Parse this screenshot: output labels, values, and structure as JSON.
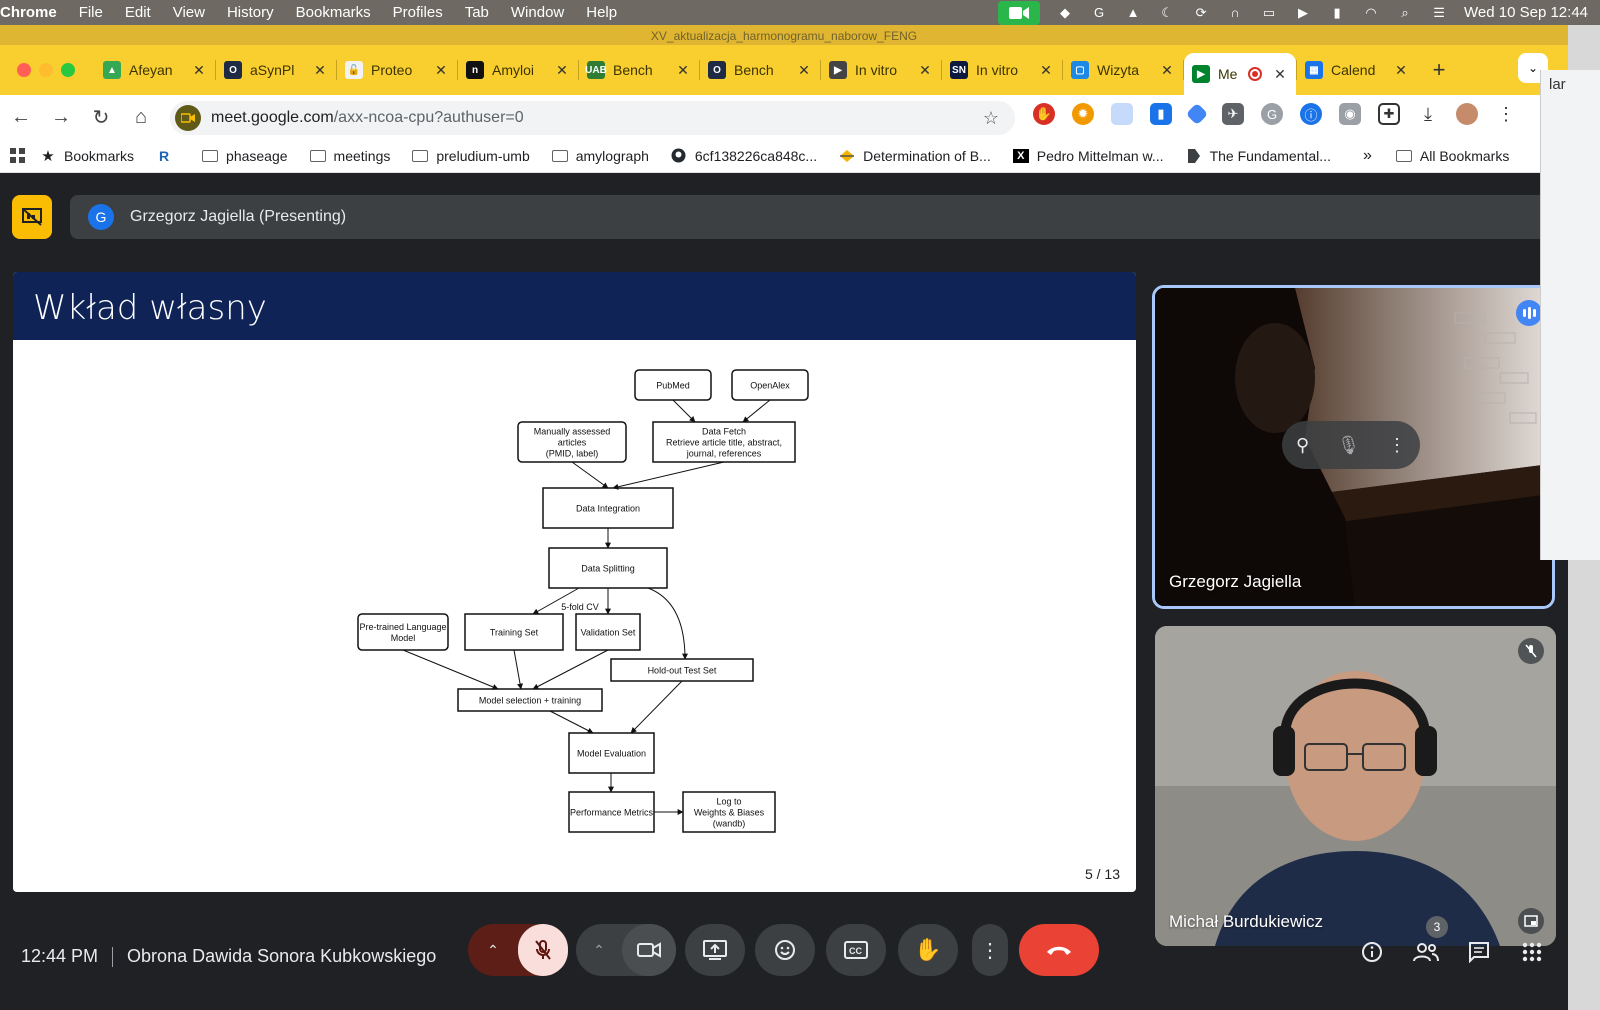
{
  "menubar": {
    "app_name": "Chrome",
    "menus": [
      "File",
      "Edit",
      "View",
      "History",
      "Bookmarks",
      "Profiles",
      "Tab",
      "Window",
      "Help"
    ],
    "clock": "Wed 10 Sep  12:44"
  },
  "window": {
    "title_strip": "XV_aktualizacja_harmonogramu_naborow_FENG"
  },
  "tabs": [
    {
      "title": "Afeyan",
      "icon_color": "#34a853",
      "icon_text": "▲"
    },
    {
      "title": "aSynPl",
      "icon_color": "#1f2a44",
      "icon_text": "O"
    },
    {
      "title": "Proteo",
      "icon_color": "#f2f2f2",
      "icon_text": "🔓"
    },
    {
      "title": "Amyloi",
      "icon_color": "#111111",
      "icon_text": "n"
    },
    {
      "title": "Bench",
      "icon_color": "#2e7d32",
      "icon_text": "UAB"
    },
    {
      "title": "Bench",
      "icon_color": "#1f2a44",
      "icon_text": "O"
    },
    {
      "title": "In vitro",
      "icon_color": "#444444",
      "icon_text": "▶"
    },
    {
      "title": "In vitro",
      "icon_color": "#0d1a40",
      "icon_text": "SN"
    },
    {
      "title": "Wizyta",
      "icon_color": "#1e88e5",
      "icon_text": "▢"
    },
    {
      "title": "Me",
      "icon_color": "#00832d",
      "icon_text": "▶",
      "active": true,
      "recording": true
    },
    {
      "title": "Calend",
      "icon_color": "#1a73e8",
      "icon_text": "▦"
    }
  ],
  "address": {
    "host": "meet.google.com",
    "path": "/axx-ncoa-cpu?authuser=0"
  },
  "bookmarks": [
    {
      "label": "Bookmarks",
      "icon": "star-icon"
    },
    {
      "label": "",
      "icon": "r-logo-icon"
    },
    {
      "label": "phaseage",
      "icon": "folder-icon"
    },
    {
      "label": "meetings",
      "icon": "folder-icon"
    },
    {
      "label": "preludium-umb",
      "icon": "folder-icon"
    },
    {
      "label": "amylograph",
      "icon": "folder-icon"
    },
    {
      "label": "6cf138226ca848c...",
      "icon": "github-icon"
    },
    {
      "label": "Determination of B...",
      "icon": "diamond-icon"
    },
    {
      "label": "Pedro Mittelman w...",
      "icon": "x-icon"
    },
    {
      "label": "The Fundamental...",
      "icon": "doc-icon"
    }
  ],
  "bookmarks_all": "All Bookmarks",
  "side_peek": "lar",
  "presentation": {
    "presenter_initial": "G",
    "presenter_banner": "Grzegorz Jagiella (Presenting)",
    "slide_title": "Wkład własny",
    "slide_number": "5 / 13"
  },
  "flowchart": {
    "nodes": {
      "pubmed": "PubMed",
      "openalex": "OpenAlex",
      "manual_1": "Manually assessed",
      "manual_2": "articles",
      "manual_3": "(PMID, label)",
      "fetch_1": "Data Fetch",
      "fetch_2": "Retrieve article title, abstract,",
      "fetch_3": "journal, references",
      "integration": "Data Integration",
      "splitting": "Data Splitting",
      "cv": "5-fold CV",
      "plm_1": "Pre-trained Language",
      "plm_2": "Model",
      "training": "Training Set",
      "validation": "Validation Set",
      "holdout": "Hold-out Test Set",
      "model_sel": "Model selection + training",
      "evaluation": "Model Evaluation",
      "metrics": "Performance Metrics",
      "wandb_1": "Log to",
      "wandb_2": "Weights & Biases",
      "wandb_3": "(wandb)"
    }
  },
  "participants": {
    "presenter_tile": "Grzegorz Jagiella",
    "second_tile": "Michał Burdukiewicz"
  },
  "footer": {
    "time": "12:44 PM",
    "meeting_name": "Obrona Dawida Sonora Kubkowskiego",
    "participant_count": "3"
  },
  "colors": {
    "meet_bg": "#202124",
    "slide_header": "#0f2356",
    "tab_bar": "#f9cf2f",
    "end_call": "#ea4335",
    "mic_off_bg": "#f9dedc",
    "presenter_badge": "#fbbc04"
  }
}
